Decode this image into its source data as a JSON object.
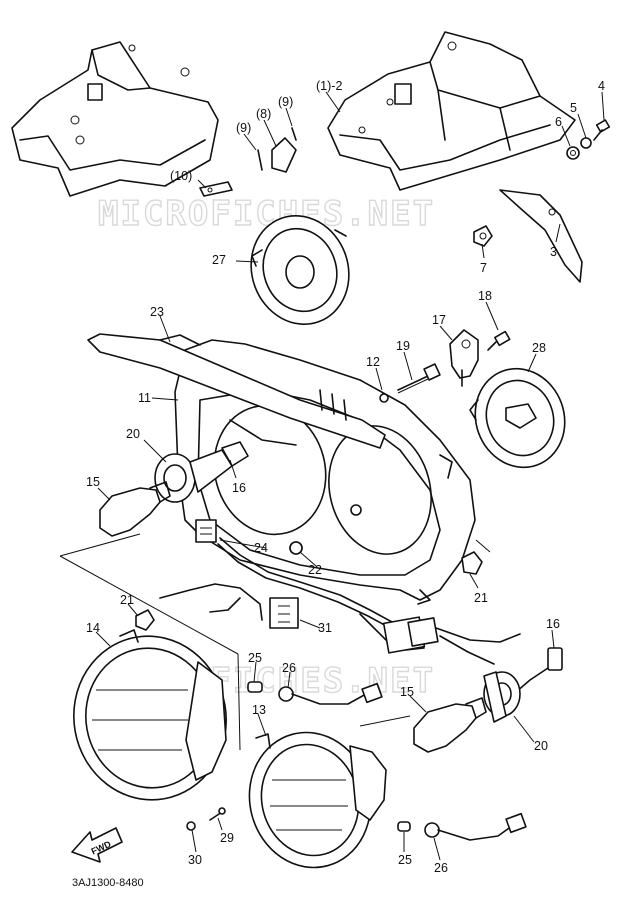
{
  "watermark": "MICROFICHES.NET",
  "part_number": "3AJ1300-8480",
  "fwd_label": "FWD",
  "labels": {
    "l1_2": "(1)-2",
    "l4": "4",
    "l5": "5",
    "l6": "6",
    "l3": "3",
    "l7": "7",
    "l8": "(8)",
    "l9a": "(9)",
    "l9b": "(9)",
    "l10": "(10)",
    "l27": "27",
    "l23": "23",
    "l11": "11",
    "l20a": "20",
    "l16a": "16",
    "l15a": "15",
    "l12": "12",
    "l19": "19",
    "l17": "17",
    "l18": "18",
    "l28": "28",
    "l24": "24",
    "l22": "22",
    "l21a": "21",
    "l21b": "21",
    "l31": "31",
    "l14": "14",
    "l25a": "25",
    "l26a": "26",
    "l16b": "16",
    "l15b": "15",
    "l20b": "20",
    "l13": "13",
    "l29": "29",
    "l30": "30",
    "l25b": "25",
    "l26b": "26"
  }
}
